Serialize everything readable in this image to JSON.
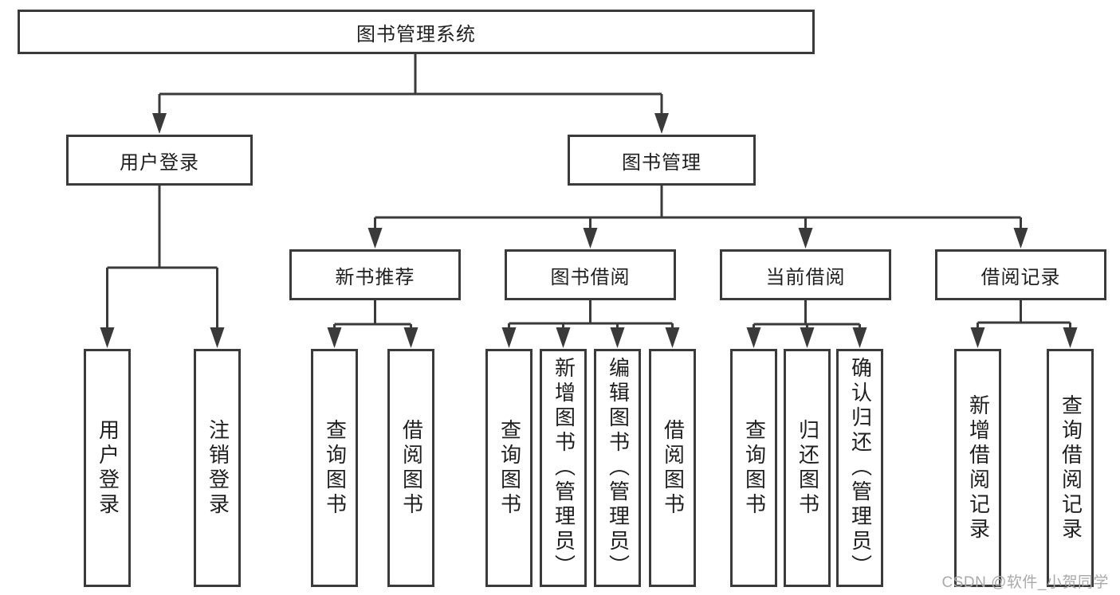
{
  "diagram": {
    "title_note": "functional structure chart",
    "root": {
      "label": "图书管理系统"
    },
    "branches": [
      {
        "label": "用户登录",
        "children": [
          {
            "label": "用户登录"
          },
          {
            "label": "注销登录"
          }
        ]
      },
      {
        "label": "图书管理",
        "children": [
          {
            "label": "新书推荐",
            "children": [
              {
                "label": "查询图书"
              },
              {
                "label": "借阅图书"
              }
            ]
          },
          {
            "label": "图书借阅",
            "children": [
              {
                "label": "查询图书"
              },
              {
                "label": "新增图书（管理员）"
              },
              {
                "label": "编辑图书（管理员）"
              },
              {
                "label": "借阅图书"
              }
            ]
          },
          {
            "label": "当前借阅",
            "children": [
              {
                "label": "查询图书"
              },
              {
                "label": "归还图书"
              },
              {
                "label": "确认归还（管理员）"
              }
            ]
          },
          {
            "label": "借阅记录",
            "children": [
              {
                "label": "新增借阅记录"
              },
              {
                "label": "查询借阅记录"
              }
            ]
          }
        ]
      }
    ]
  },
  "watermark": {
    "text": "CSDN @软件_小贺同学"
  },
  "colors": {
    "line": "#3a3a3a",
    "text": "#1f1f1f",
    "watermark": "#a9a9a9",
    "background": "#ffffff"
  }
}
